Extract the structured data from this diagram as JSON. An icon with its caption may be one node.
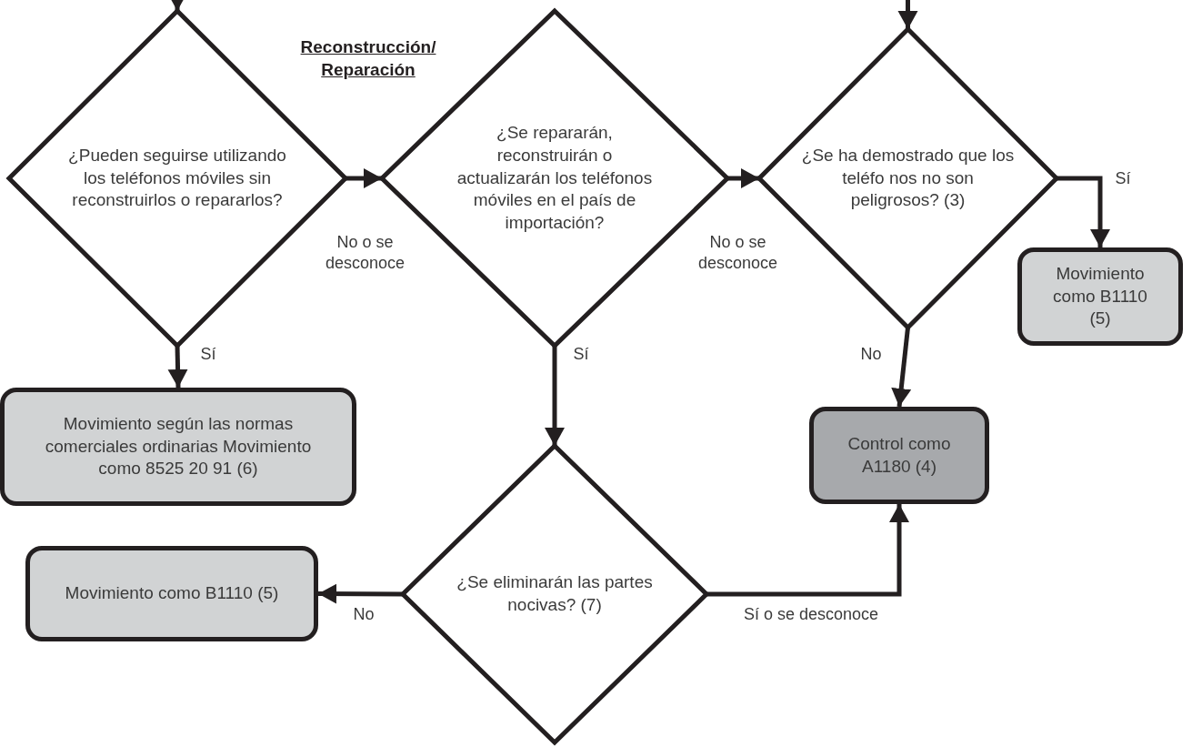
{
  "diagram": {
    "title": "Reconstrucción/ Reparación",
    "nodes": [
      {
        "text": [
          "¿Pueden seguirse utilizando los teléfonos móviles sin reconstruirlos o repararlos?"
        ]
      },
      {
        "text": [
          "¿Se repararán, reconstruirán o actualizarán los teléfonos móviles en el país de importación?"
        ]
      },
      {
        "text": [
          "¿Se ha demostrado que los teléfo nos no son peligrosos? (3)"
        ]
      },
      {
        "text": [
          "Movimiento como B1110 (5)"
        ]
      },
      {
        "text": [
          "Movimiento según las normas comerciales ordinarias Movimiento como 8525 20 91 (6)"
        ]
      },
      {
        "text": [
          "Control como A1180 (4)"
        ]
      },
      {
        "text": [
          "Movimiento como B1110 (5)"
        ]
      },
      {
        "text": [
          "¿Se eliminarán las partes nocivas? (7)"
        ]
      }
    ],
    "edges": [
      {
        "from": null,
        "to": 0,
        "arrow": "to"
      },
      {
        "from": null,
        "to": 2,
        "arrow": "to"
      },
      {
        "from": 0,
        "to": 1,
        "arrow": "to",
        "label": "No o se desconoce"
      },
      {
        "from": 1,
        "to": 2,
        "arrow": "to",
        "label": "No o se desconoce"
      },
      {
        "from": 2,
        "to": 3,
        "arrow": "to",
        "label": "Sí"
      },
      {
        "from": 0,
        "to": 4,
        "arrow": "to",
        "label": "Sí"
      },
      {
        "from": 1,
        "to": 7,
        "arrow": "to",
        "label": "Sí"
      },
      {
        "from": 2,
        "to": 5,
        "arrow": "to",
        "label": "No"
      },
      {
        "from": 7,
        "to": 6,
        "arrow": "to",
        "label": "No"
      },
      {
        "from": 7,
        "to": 5,
        "arrow": "to",
        "label": "Sí o se desconoce"
      }
    ]
  }
}
